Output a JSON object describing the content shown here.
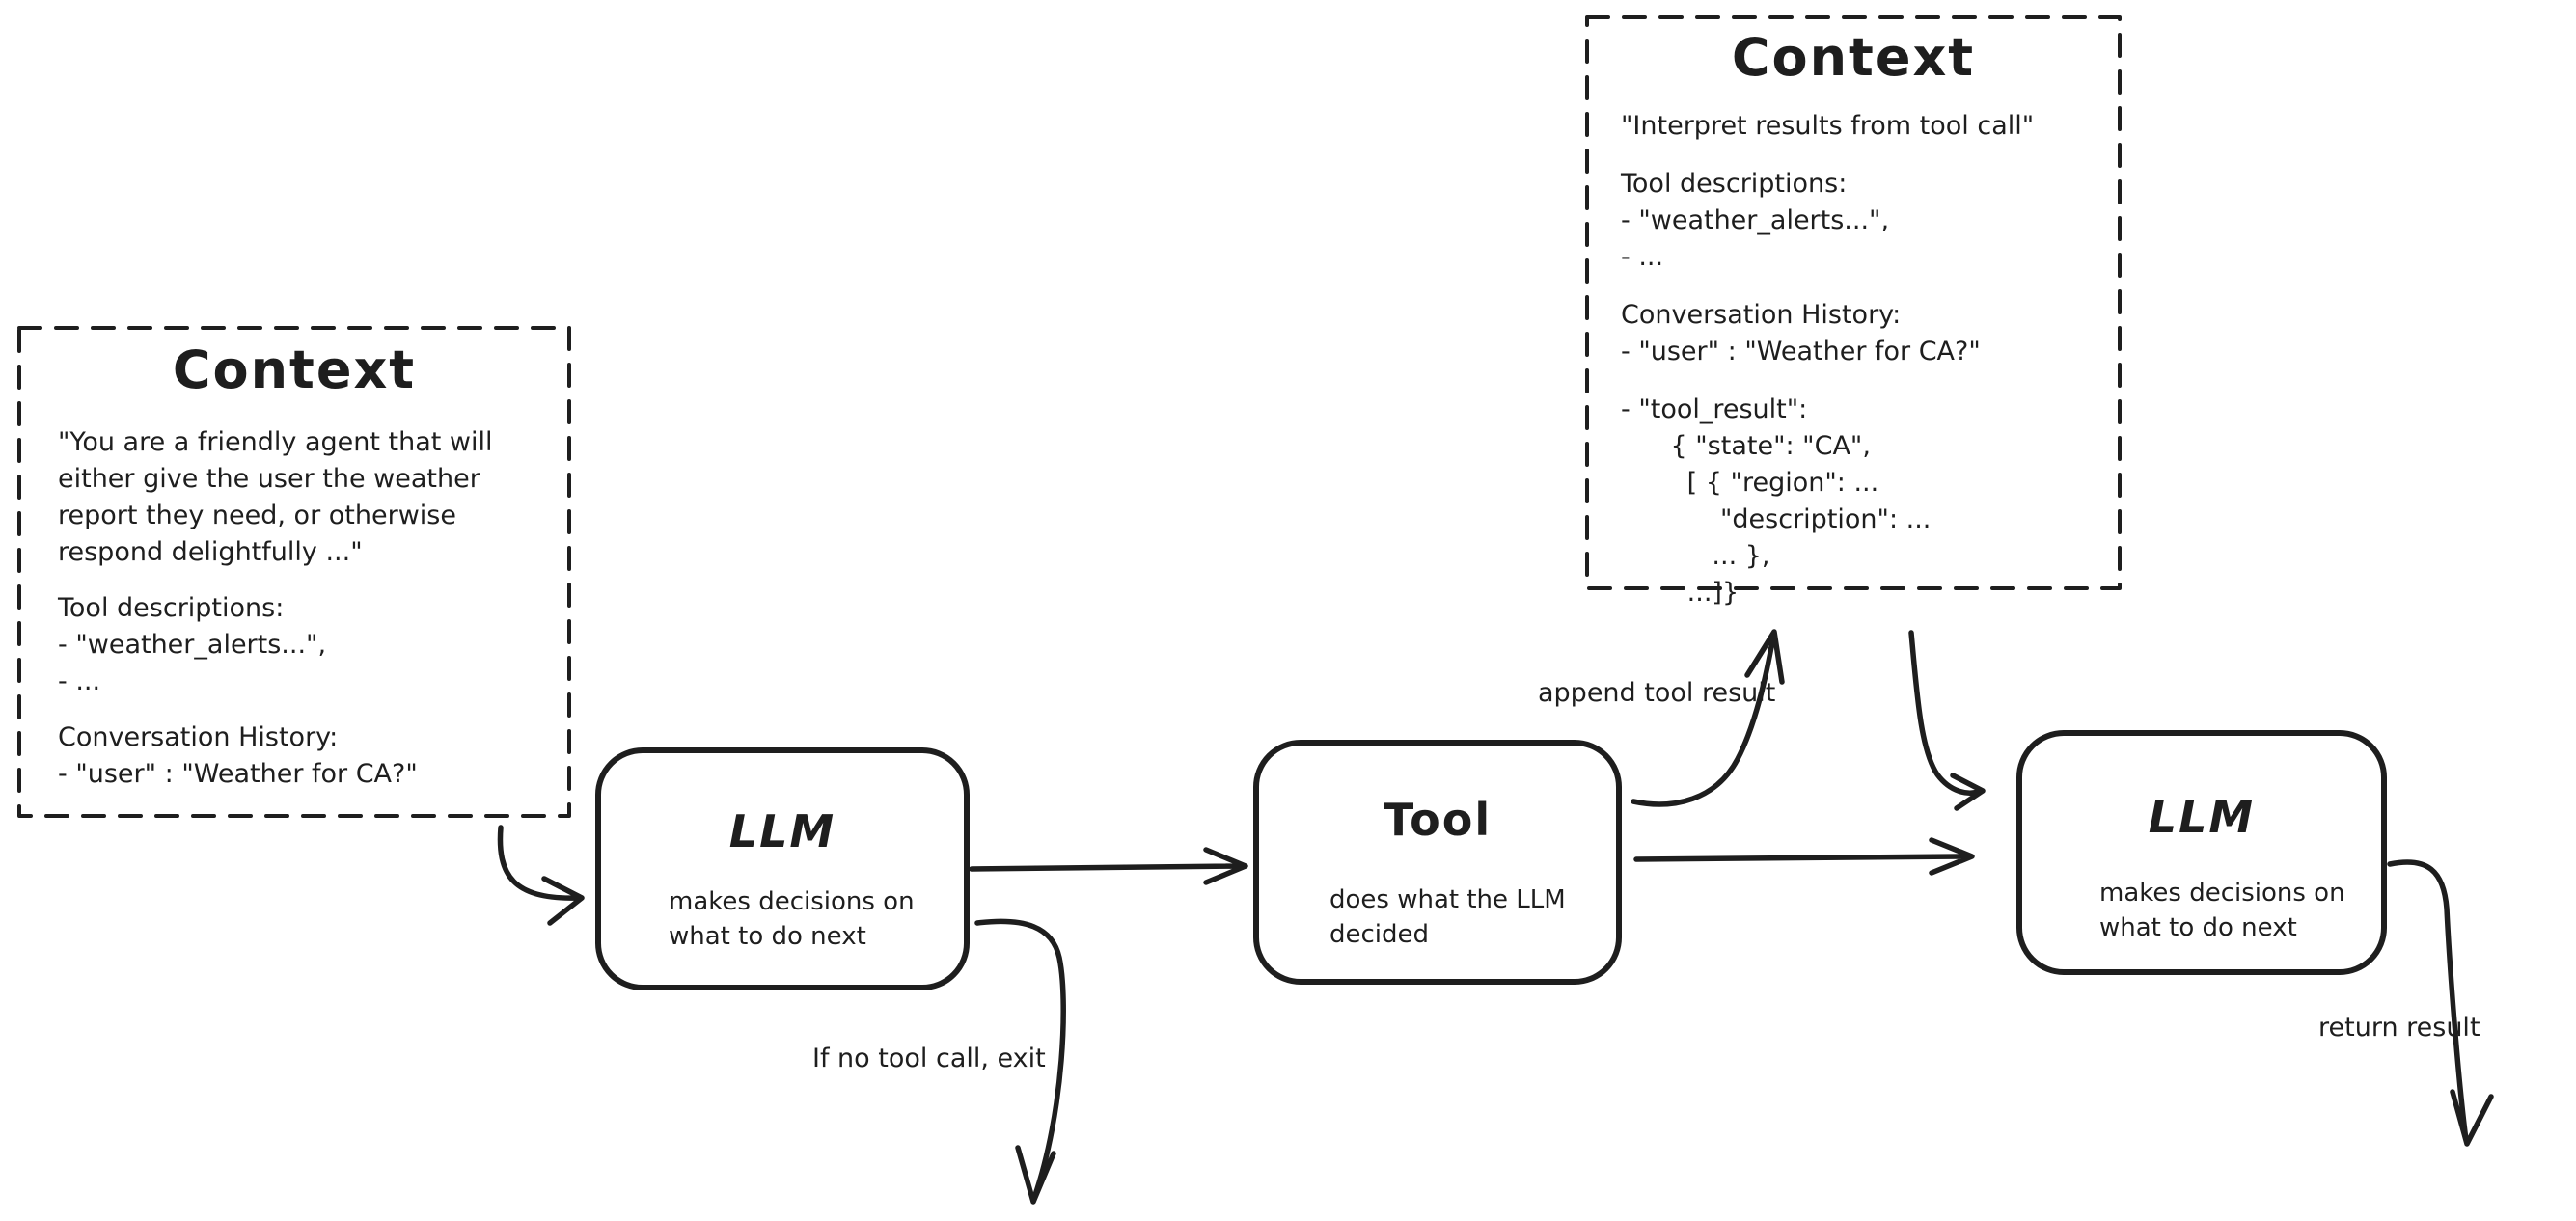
{
  "colors": {
    "ink": "#1e1e1e",
    "background": "#ffffff"
  },
  "context_left": {
    "title": "Context",
    "system_prompt": "\"You are a friendly agent that will\neither give the user the weather\nreport they need, or otherwise\nrespond delightfully ...\"",
    "tool_descriptions": "Tool descriptions:\n- \"weather_alerts...\",\n- ...",
    "conversation_history": "Conversation History:\n- \"user\" : \"Weather for CA?\""
  },
  "context_top": {
    "title": "Context",
    "system_prompt": "\"Interpret results from tool call\"",
    "tool_descriptions": "Tool descriptions:\n- \"weather_alerts...\",\n- ...",
    "conversation_history": "Conversation History:\n- \"user\" : \"Weather for CA?\"",
    "tool_result": "- \"tool_result\":\n      { \"state\": \"CA\",\n        [ { \"region\": ...\n            \"description\": ...\n           ... },\n        ...]}"
  },
  "nodes": {
    "llm_first": {
      "title": "LLM",
      "subtitle": "makes decisions on\nwhat to do next"
    },
    "tool": {
      "title": "Tool",
      "subtitle": "does what the LLM\ndecided"
    },
    "llm_second": {
      "title": "LLM",
      "subtitle": "makes decisions on\nwhat to do next"
    }
  },
  "edge_labels": {
    "append_tool_result": "append tool result",
    "no_tool_call_exit": "If no tool call, exit",
    "return_result": "return result"
  }
}
